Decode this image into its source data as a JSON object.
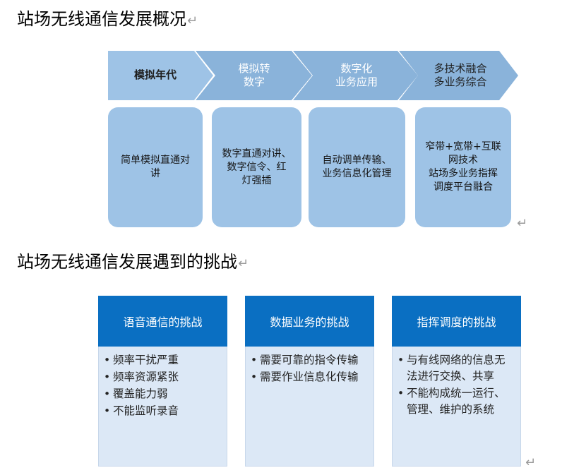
{
  "sections": [
    {
      "title": "站场无线通信发展概况",
      "mark": "↵"
    },
    {
      "title": "站场无线通信发展遇到的挑战",
      "mark": "↵"
    }
  ],
  "stages": [
    {
      "label": "模拟年代"
    },
    {
      "label": "模拟转\n数字"
    },
    {
      "label": "数字化\n业务应用"
    },
    {
      "label": "多技术融合\n多业务综合"
    }
  ],
  "cards": [
    {
      "text": "简单模拟直通对\n讲"
    },
    {
      "text": "数字直通对讲、\n数字信令、红\n灯强插"
    },
    {
      "text": "自动调单传输、\n业务信息化管理"
    },
    {
      "text": "窄带+宽带+互联\n网技术\n站场多业务指挥\n调度平台融合"
    }
  ],
  "challenges": [
    {
      "title": "语音通信的挑战",
      "items": [
        "频率干扰严重",
        "频率资源紧张",
        "覆盖能力弱",
        "不能监听录音"
      ]
    },
    {
      "title": "数据业务的挑战",
      "items": [
        "需要可靠的指令传输",
        "需要作业信息化传输"
      ]
    },
    {
      "title": "指挥调度的挑战",
      "items": [
        "与有线网络的信息无法进行交换、共享",
        "不能构成统一运行、管理、维护的系统"
      ]
    }
  ],
  "paragraph_marks": [
    "↵",
    "↵"
  ],
  "colors": {
    "chevron_light": "#9ec3e6",
    "chevron_dark": "#8ab3da",
    "header_blue": "#0a6fc2",
    "body_blue": "#dce8f6"
  }
}
